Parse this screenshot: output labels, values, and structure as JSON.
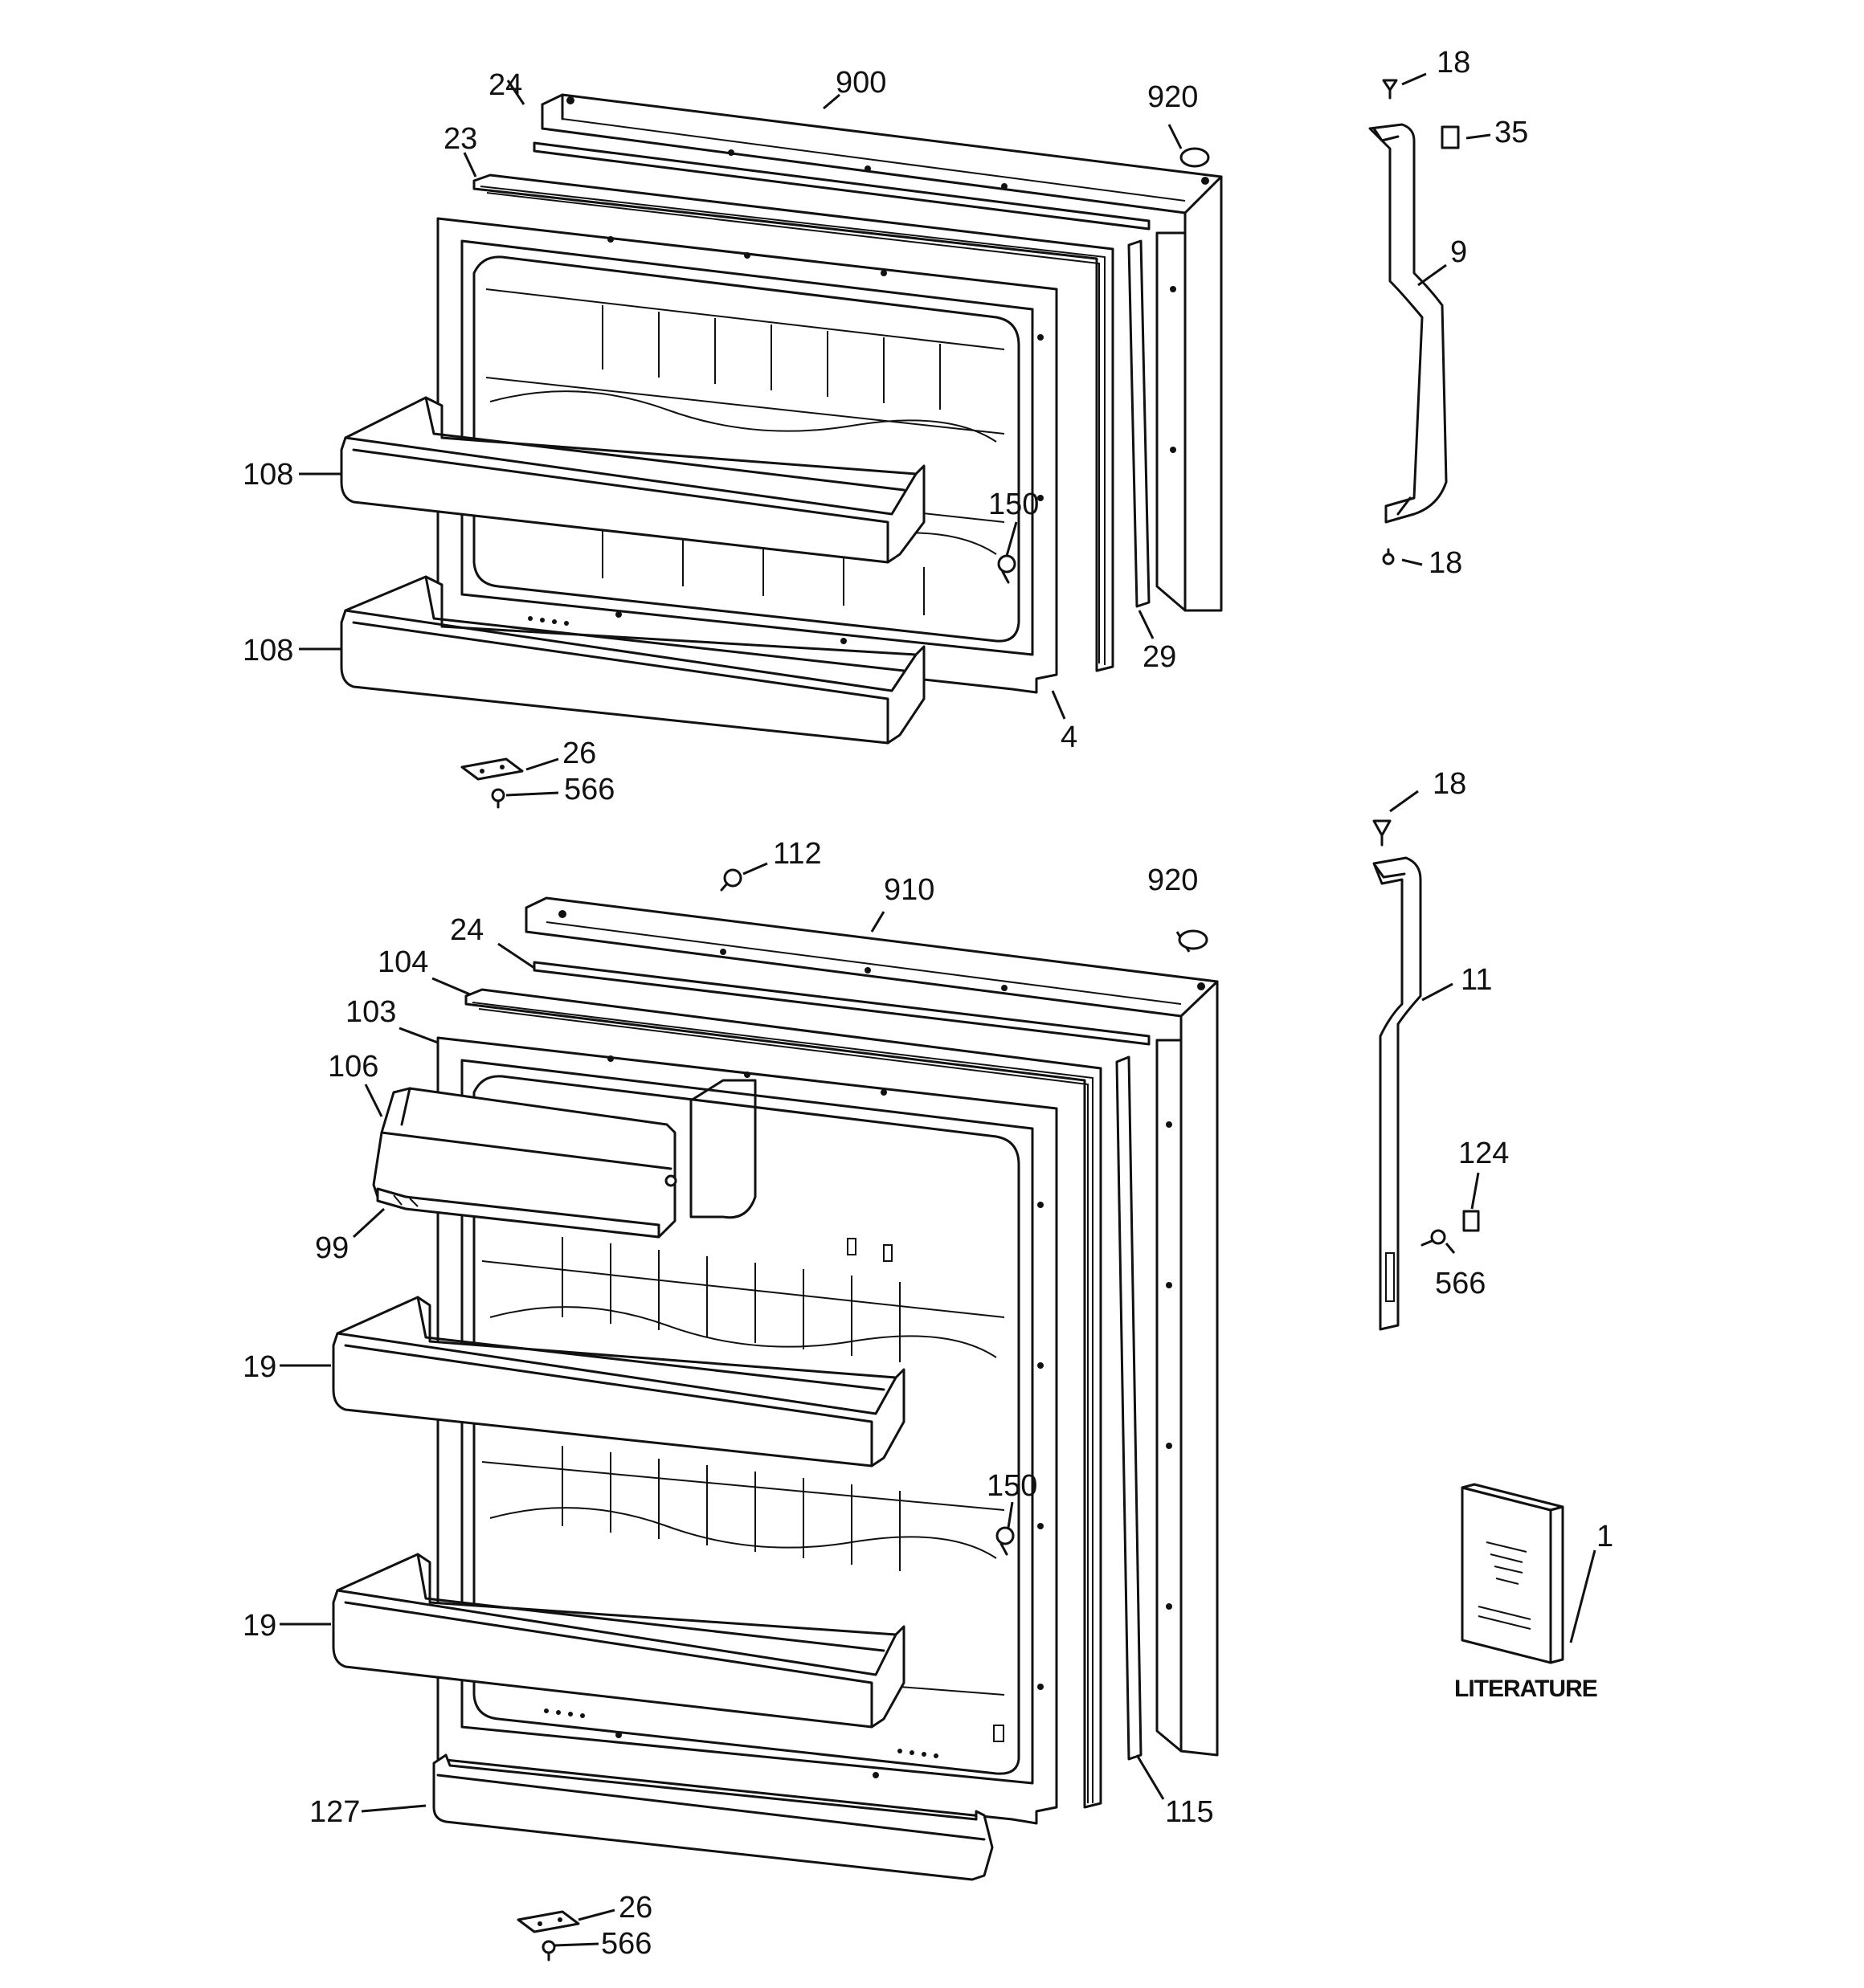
{
  "callouts": {
    "c900": "900",
    "c24a": "24",
    "c23": "23",
    "c920a": "920",
    "c18a": "18",
    "c35": "35",
    "c9": "9",
    "c18b": "18",
    "c108a": "108",
    "c150a": "150",
    "c108b": "108",
    "c29": "29",
    "c4": "4",
    "c26a": "26",
    "c566a": "566",
    "c18c": "18",
    "c112": "112",
    "c910": "910",
    "c920b": "920",
    "c24b": "24",
    "c104": "104",
    "c103": "103",
    "c106": "106",
    "c11": "11",
    "c124": "124",
    "c99": "99",
    "c566b": "566",
    "c19a": "19",
    "c150b": "150",
    "c19b": "19",
    "c1": "1",
    "c127": "127",
    "c115": "115",
    "c26b": "26",
    "c566c": "566"
  },
  "literature_label": "LITERATURE"
}
